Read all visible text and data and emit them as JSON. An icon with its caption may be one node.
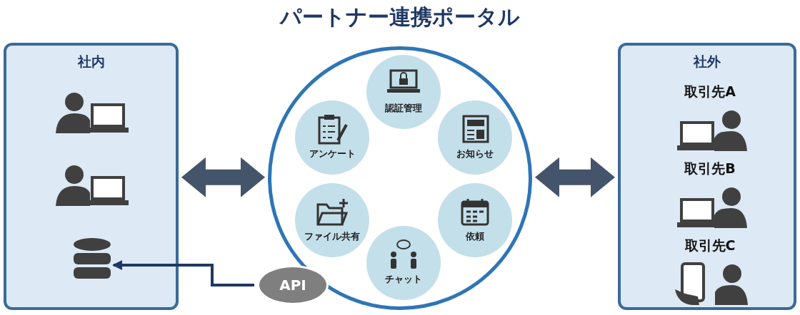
{
  "diagram": {
    "title": "パートナー連携ポータル",
    "nodes": [
      {
        "text": [
          "社内"
        ]
      },
      {
        "text": [],
        "shape": "person",
        "in": 0
      },
      {
        "text": [],
        "shape": "person",
        "in": 0
      },
      {
        "text": [],
        "shape": "cylinder",
        "in": 0
      },
      {
        "text": [],
        "shape": "circle"
      },
      {
        "text": [
          "認証管理"
        ],
        "in": 4
      },
      {
        "text": [
          "アンケート"
        ],
        "in": 4
      },
      {
        "text": [
          "お知らせ"
        ],
        "in": 4
      },
      {
        "text": [
          "ファイル共有"
        ],
        "in": 4
      },
      {
        "text": [
          "依頼"
        ],
        "in": 4
      },
      {
        "text": [
          "チャット"
        ],
        "in": 4
      },
      {
        "text": [
          "API"
        ]
      },
      {
        "text": [
          "社外"
        ]
      },
      {
        "text": [
          "取引先A"
        ],
        "in": 12
      },
      {
        "text": [
          "取引先B"
        ],
        "in": 12
      },
      {
        "text": [
          "取引先C"
        ],
        "in": 12
      }
    ],
    "edges": [
      {
        "from": 0,
        "to": 4,
        "arrow": "both"
      },
      {
        "from": 4,
        "to": 12,
        "arrow": "both"
      },
      {
        "from": 11,
        "to": 3,
        "arrow": "to"
      }
    ]
  }
}
